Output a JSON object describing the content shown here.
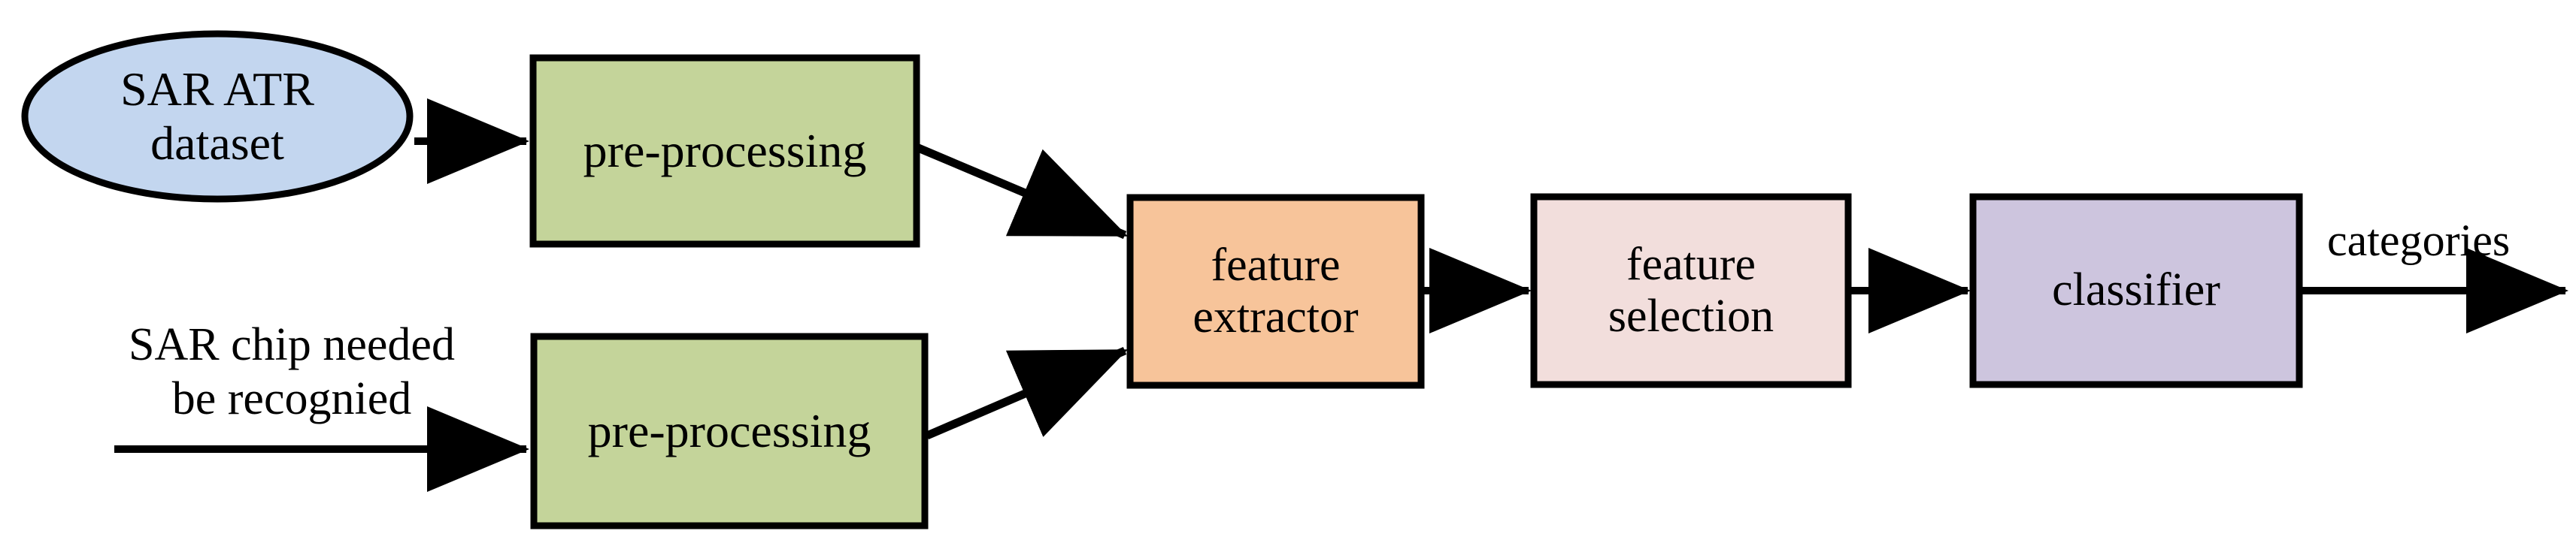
{
  "diagram": {
    "title": "SAR ATR processing pipeline flowchart",
    "background": "#ffffff",
    "stroke": "#000000",
    "nodes": [
      {
        "id": "sar-atr-dataset",
        "shape": "ellipse",
        "label": "SAR ATR\ndataset",
        "fill": "#c3d6ef"
      },
      {
        "id": "pre-processing-top",
        "shape": "rectangle",
        "label": "pre-processing",
        "fill": "#c4d49a"
      },
      {
        "id": "pre-processing-bottom",
        "shape": "rectangle",
        "label": "pre-processing",
        "fill": "#c4d49a"
      },
      {
        "id": "feature-extractor",
        "shape": "rectangle",
        "label": "feature\nextractor",
        "fill": "#f7c49a"
      },
      {
        "id": "feature-selection",
        "shape": "rectangle",
        "label": "feature\nselection",
        "fill": "#f2dedc"
      },
      {
        "id": "classifier",
        "shape": "rectangle",
        "label": "classifier",
        "fill": "#cdc5de"
      }
    ],
    "free_labels": [
      {
        "id": "sar-chip-input",
        "text": "SAR chip needed\nbe recognied"
      },
      {
        "id": "categories-output",
        "text": "categories"
      }
    ],
    "edges": [
      {
        "from": "sar-atr-dataset",
        "to": "pre-processing-top",
        "arrow": true
      },
      {
        "from": "sar-chip-input",
        "to": "pre-processing-bottom",
        "arrow": true
      },
      {
        "from": "pre-processing-top",
        "to": "feature-extractor",
        "arrow": true
      },
      {
        "from": "pre-processing-bottom",
        "to": "feature-extractor",
        "arrow": true
      },
      {
        "from": "feature-extractor",
        "to": "feature-selection",
        "arrow": true
      },
      {
        "from": "feature-selection",
        "to": "classifier",
        "arrow": true
      },
      {
        "from": "classifier",
        "to": "categories-output",
        "arrow": true
      }
    ]
  }
}
